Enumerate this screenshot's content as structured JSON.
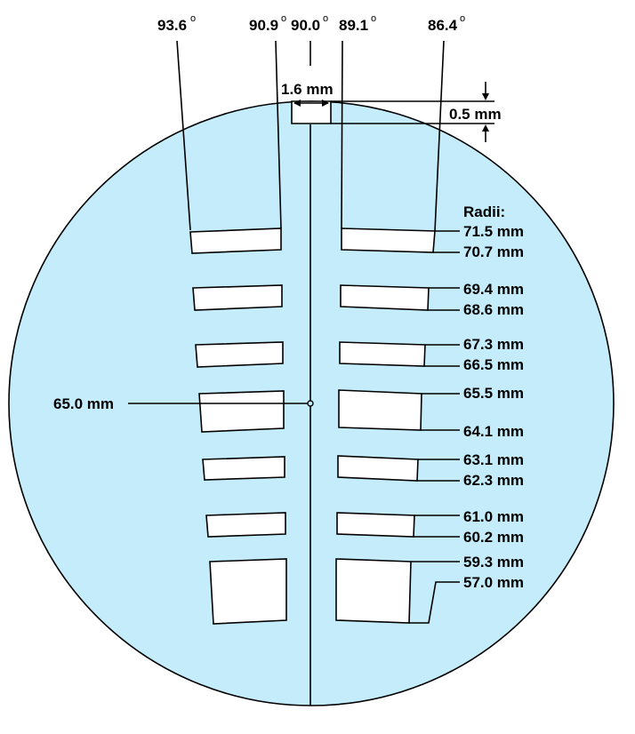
{
  "colors": {
    "wafer": "#c4ecfb",
    "stroke": "#000000",
    "slot": "#ffffff"
  },
  "angles": [
    {
      "value": "93.6",
      "unit": "o"
    },
    {
      "value": "90.9",
      "unit": "o"
    },
    {
      "value": "90.0",
      "unit": "o"
    },
    {
      "value": "89.1",
      "unit": "o"
    },
    {
      "value": "86.4",
      "unit": "o"
    }
  ],
  "dimensions": {
    "width": "1.6 mm",
    "depth": "0.5 mm",
    "center_radius": "65.0 mm"
  },
  "radii_heading": "Radii:",
  "radii": [
    "71.5 mm",
    "70.7 mm",
    "69.4 mm",
    "68.6 mm",
    "67.3 mm",
    "66.5 mm",
    "65.5 mm",
    "64.1 mm",
    "63.1 mm",
    "62.3 mm",
    "61.0 mm",
    "60.2 mm",
    "59.3 mm",
    "57.0 mm"
  ]
}
